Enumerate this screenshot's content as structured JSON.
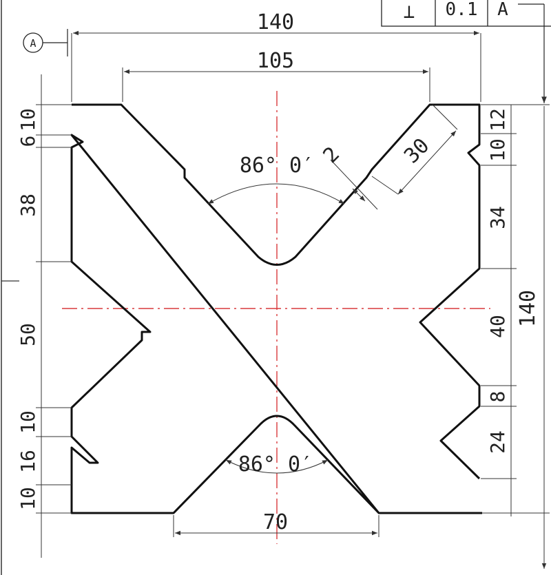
{
  "datum": {
    "letter": "A"
  },
  "tolerance_frame": {
    "symbol": "⊥",
    "value": "0.1",
    "datum": "A"
  },
  "dimensions": {
    "top_width": "140",
    "v_opening": "105",
    "angle_top": "86° 0′",
    "angle_bottom": "86° 0′",
    "groove_depth": "2",
    "flank_length": "30",
    "bottom_opening": "70",
    "left": [
      "10",
      "6",
      "38",
      "50",
      "10",
      "16",
      "10"
    ],
    "right": [
      "12",
      "10",
      "34",
      "40",
      "8",
      "24"
    ],
    "overall_height": "140"
  },
  "colors": {
    "outline": "#111111",
    "centerline": "#d9393b",
    "dimension": "#333333"
  }
}
